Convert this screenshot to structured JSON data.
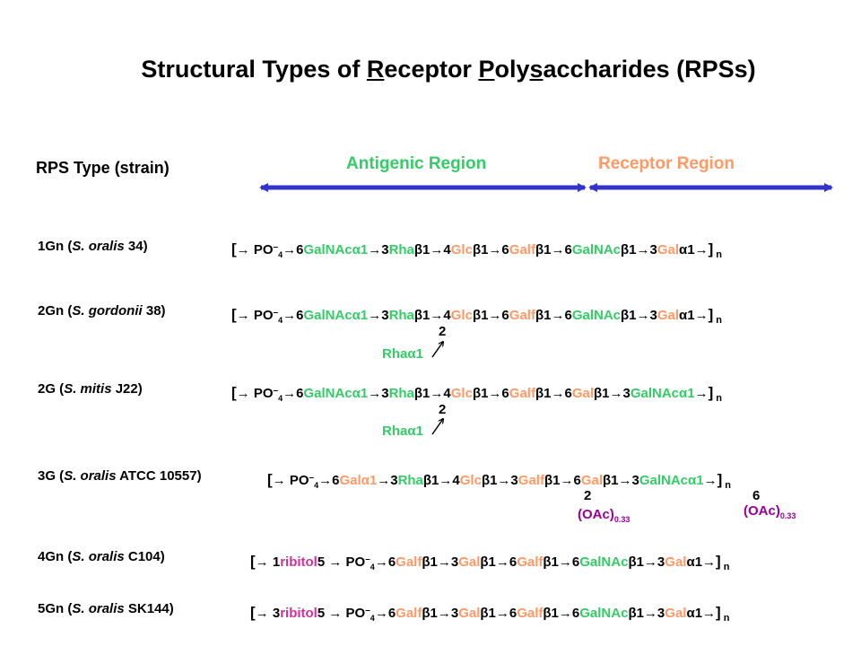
{
  "title": {
    "part1": "Structural Types of ",
    "r_letter": "R",
    "part2": "eceptor ",
    "p_letter": "P",
    "part3": "oly",
    "s_letter": "s",
    "part4": "accharides (RPSs)"
  },
  "column_header": "RPS Type (strain)",
  "regions": {
    "antigenic": "Antigenic Region",
    "receptor": "Receptor Region"
  },
  "colors": {
    "arrow": "#3333cc",
    "antigenic": "#33cc66",
    "receptor": "#ff9966",
    "ribitol": "#cc3399",
    "oac": "#990099"
  },
  "rows": [
    {
      "type": "1Gn",
      "strain_italic": "S. oralis",
      "strain_rest": " 34)"
    },
    {
      "type": "2Gn",
      "strain_italic": "S. gordonii",
      "strain_rest": " 38)"
    },
    {
      "type": "2G",
      "strain_italic": "S. mitis",
      "strain_rest": " J22)"
    },
    {
      "type": "3G",
      "strain_italic": "S. oralis",
      "strain_rest": " ATCC 10557)"
    },
    {
      "type": "4Gn",
      "strain_italic": "S. oralis",
      "strain_rest": " C104)"
    },
    {
      "type": "5Gn",
      "strain_italic": "S. oralis",
      "strain_rest": " SK144)"
    }
  ],
  "branches": {
    "rha_label": "Rha",
    "rha_link": "1",
    "pos_2": "2",
    "pos_6": "6",
    "oac_label": "(OAc)",
    "oac_fraction": "0.33"
  },
  "formula_tokens": {
    "open": "[",
    "close": "]",
    "n": "n",
    "po": "PO",
    "four": "4",
    "ribitol": "ribitol",
    "galnac": "GalNAc",
    "rha": "Rha",
    "glc": "Glc",
    "galf": "Galf",
    "gal": "Gal"
  }
}
